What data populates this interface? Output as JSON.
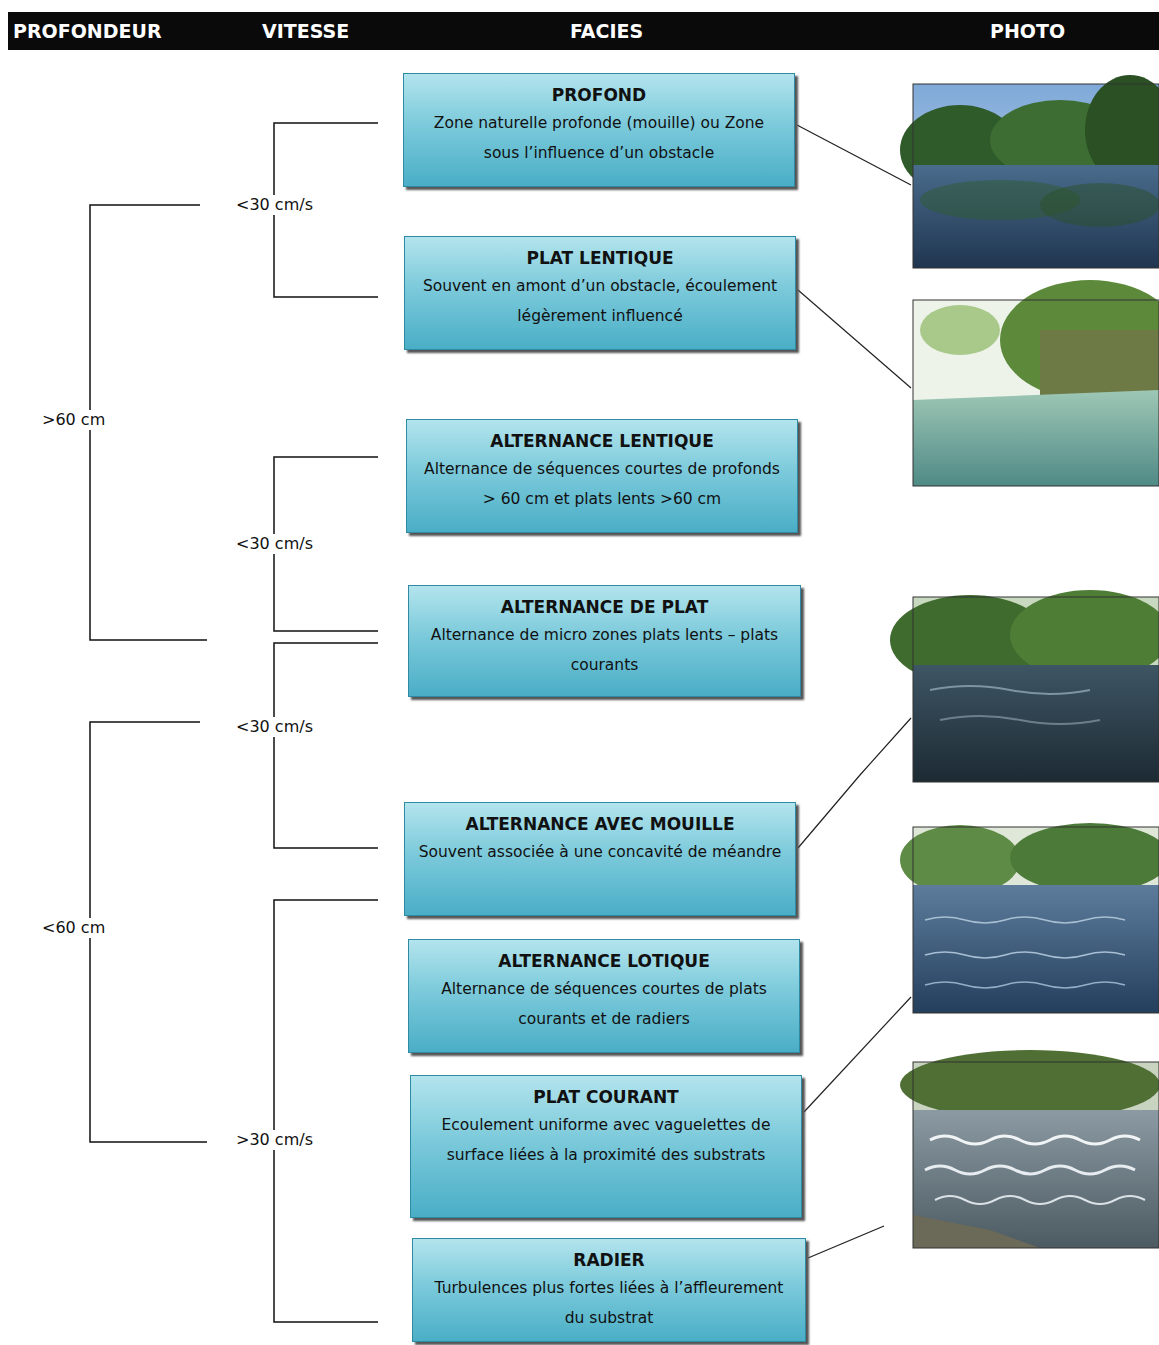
{
  "diagram": {
    "nodes": [
      {
        "text": [
          "PROFOND",
          "Zone naturelle profonde (mouille) ou Zone sous l’influence d’un obstacle"
        ]
      },
      {
        "text": [
          "PLAT LENTIQUE",
          "Souvent en amont d’un obstacle, écoulement légèrement influencé"
        ]
      },
      {
        "text": [
          "ALTERNANCE LENTIQUE",
          "Alternance de séquences courtes de profonds > 60 cm et plats lents >60 cm"
        ]
      },
      {
        "text": [
          "ALTERNANCE DE PLAT",
          "Alternance de micro zones plats lents – plats courants"
        ]
      },
      {
        "text": [
          "ALTERNANCE AVEC MOUILLE",
          "Souvent associée à une concavité de méandre"
        ]
      },
      {
        "text": [
          "ALTERNANCE LOTIQUE",
          "Alternance de séquences courtes de plats courants et de radiers"
        ]
      },
      {
        "text": [
          "PLAT COURANT",
          "Ecoulement uniforme avec vaguelettes de surface liées à la proximité des substrats"
        ]
      },
      {
        "text": [
          "RADIER",
          "Turbulences plus fortes liées à l’affleurement du substrat"
        ]
      }
    ],
    "labels": [
      "PROFONDEUR",
      "VITESSE",
      "FACIES",
      "PHOTO",
      "<30 cm/s",
      ">60 cm",
      "<30 cm/s",
      "<30 cm/s",
      "<60 cm",
      ">30 cm/s"
    ]
  }
}
